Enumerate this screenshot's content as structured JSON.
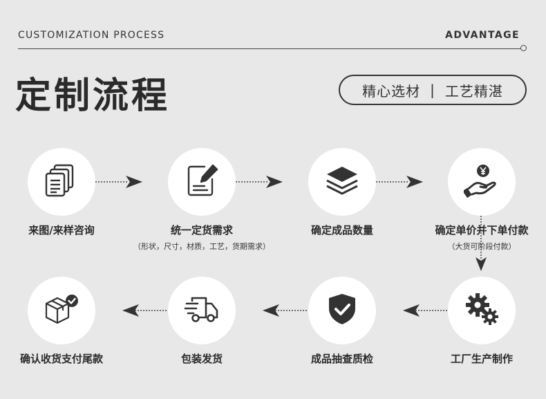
{
  "header": {
    "subtitle_en": "CUSTOMIZATION PROCESS",
    "advantage_en": "ADVANTAGE",
    "title": "定制流程",
    "pill_left": "精心选材",
    "pill_sep": "|",
    "pill_right": "工艺精湛"
  },
  "steps": [
    {
      "label": "来图/来样咨询",
      "icon": "documents-icon"
    },
    {
      "label": "统一定货需求",
      "note": "（形状，尺寸，材质，工艺，货期需求）",
      "icon": "edit-document-icon"
    },
    {
      "label": "确定成品数量",
      "icon": "layers-icon"
    },
    {
      "label": "确定单价并下单付款",
      "note": "（大货可阶段付款）",
      "icon": "hand-yen-icon"
    },
    {
      "label": "工厂生产制作",
      "icon": "gears-icon"
    },
    {
      "label": "成品抽查质检",
      "icon": "shield-check-icon"
    },
    {
      "label": "包装发货",
      "icon": "delivery-truck-icon"
    },
    {
      "label": "确认收货支付尾款",
      "icon": "box-check-icon"
    }
  ]
}
